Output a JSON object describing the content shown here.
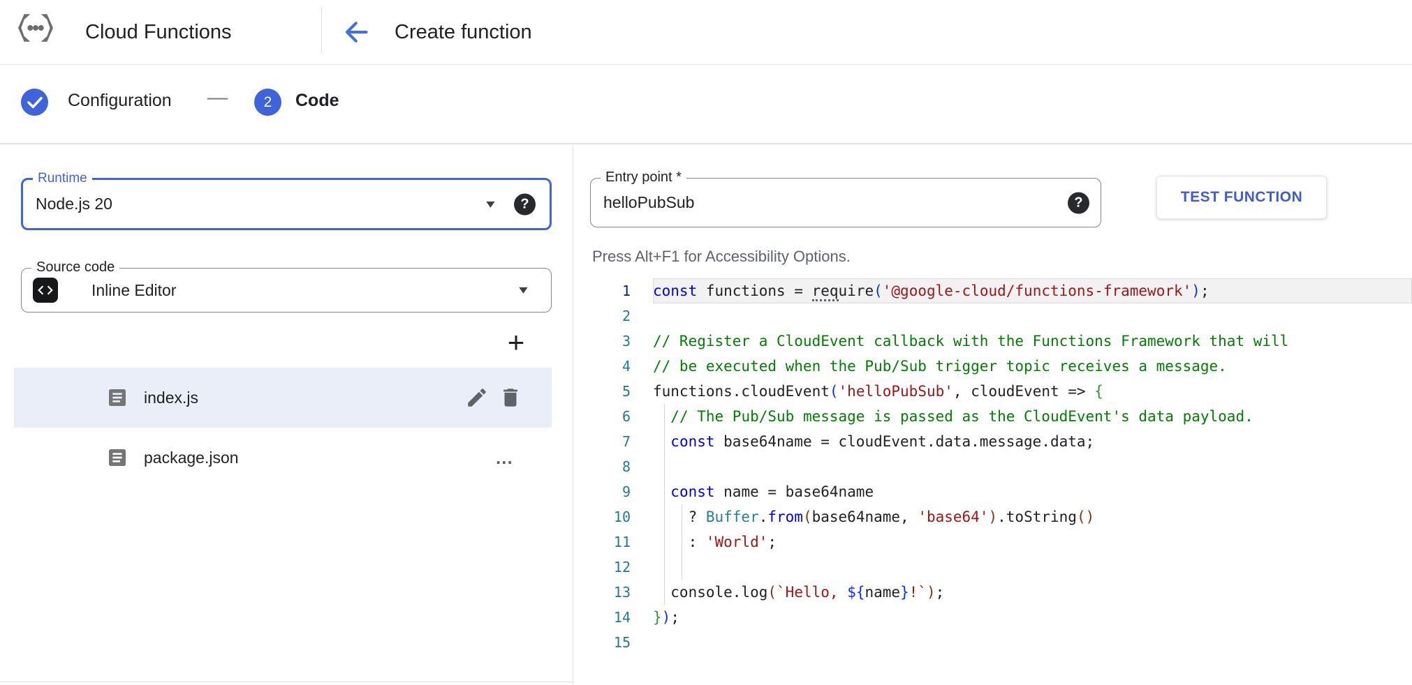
{
  "header": {
    "app_title": "Cloud Functions",
    "page_title": "Create function"
  },
  "stepper": {
    "step1_label": "Configuration",
    "separator": "—",
    "step2_number": "2",
    "step2_label": "Code"
  },
  "left_panel": {
    "runtime": {
      "label": "Runtime",
      "value": "Node.js 20"
    },
    "source_code": {
      "label": "Source code",
      "value": "Inline Editor"
    },
    "add_file_label": "+",
    "files": [
      {
        "name": "index.js",
        "selected": true
      },
      {
        "name": "package.json",
        "selected": false
      }
    ],
    "more_label": "…"
  },
  "main": {
    "entry_point": {
      "label": "Entry point *",
      "value": "helloPubSub"
    },
    "test_button_label": "TEST FUNCTION",
    "accessibility_hint": "Press Alt+F1 for Accessibility Options.",
    "editor": {
      "language": "javascript",
      "lines": [
        {
          "active": true,
          "tokens": [
            {
              "c": "kw",
              "t": "const"
            },
            {
              "c": "pl",
              "t": " functions = "
            },
            {
              "c": "pl hint",
              "t": "req"
            },
            {
              "c": "pl",
              "t": "uire"
            },
            {
              "c": "b1",
              "t": "("
            },
            {
              "c": "str",
              "t": "'@google-cloud/functions-framework'"
            },
            {
              "c": "b1",
              "t": ")"
            },
            {
              "c": "pl",
              "t": ";"
            }
          ]
        },
        {
          "tokens": []
        },
        {
          "tokens": [
            {
              "c": "com",
              "t": "// Register a CloudEvent callback with the Functions Framework that will"
            }
          ]
        },
        {
          "tokens": [
            {
              "c": "com",
              "t": "// be executed when the Pub/Sub trigger topic receives a message."
            }
          ]
        },
        {
          "tokens": [
            {
              "c": "pl",
              "t": "functions.cloudEvent"
            },
            {
              "c": "b1",
              "t": "("
            },
            {
              "c": "str",
              "t": "'helloPubSub'"
            },
            {
              "c": "pl",
              "t": ", cloudEvent => "
            },
            {
              "c": "b2",
              "t": "{"
            }
          ]
        },
        {
          "tokens": [
            {
              "c": "pl",
              "t": "  "
            },
            {
              "c": "com",
              "t": "// The Pub/Sub message is passed as the CloudEvent's data payload."
            }
          ]
        },
        {
          "tokens": [
            {
              "c": "pl",
              "t": "  "
            },
            {
              "c": "kw",
              "t": "const"
            },
            {
              "c": "pl",
              "t": " base64name = cloudEvent.data.message.data;"
            }
          ]
        },
        {
          "tokens": []
        },
        {
          "tokens": [
            {
              "c": "pl",
              "t": "  "
            },
            {
              "c": "kw",
              "t": "const"
            },
            {
              "c": "pl",
              "t": " name = base64name"
            }
          ]
        },
        {
          "tokens": [
            {
              "c": "pl",
              "t": "    ? "
            },
            {
              "c": "type",
              "t": "Buffer"
            },
            {
              "c": "pl",
              "t": "."
            },
            {
              "c": "kw",
              "t": "from"
            },
            {
              "c": "b3",
              "t": "("
            },
            {
              "c": "pl",
              "t": "base64name, "
            },
            {
              "c": "str",
              "t": "'base64'"
            },
            {
              "c": "b3",
              "t": ")"
            },
            {
              "c": "pl",
              "t": ".toString"
            },
            {
              "c": "b3",
              "t": "()"
            }
          ]
        },
        {
          "tokens": [
            {
              "c": "pl",
              "t": "    : "
            },
            {
              "c": "str",
              "t": "'World'"
            },
            {
              "c": "pl",
              "t": ";"
            }
          ]
        },
        {
          "tokens": []
        },
        {
          "tokens": [
            {
              "c": "pl",
              "t": "  console.log"
            },
            {
              "c": "b3",
              "t": "("
            },
            {
              "c": "str",
              "t": "`Hello, "
            },
            {
              "c": "b1",
              "t": "${"
            },
            {
              "c": "pl",
              "t": "name"
            },
            {
              "c": "b1",
              "t": "}"
            },
            {
              "c": "str",
              "t": "!`"
            },
            {
              "c": "b3",
              "t": ")"
            },
            {
              "c": "pl",
              "t": ";"
            }
          ]
        },
        {
          "tokens": [
            {
              "c": "b2",
              "t": "}"
            },
            {
              "c": "b1",
              "t": ")"
            },
            {
              "c": "pl",
              "t": ";"
            }
          ]
        },
        {
          "tokens": []
        }
      ]
    }
  },
  "icons": {
    "caret": "▼",
    "help": "?",
    "plus": "+",
    "more": "..."
  },
  "colors": {
    "accent_blue": "#3e64dd",
    "button_text_blue": "#3e5cd6",
    "keyword": "#0000ee",
    "string": "#a31515",
    "comment": "#007f00",
    "type_teal": "#267f99",
    "bracket_blue": "#0431fa",
    "bracket_green": "#319331",
    "bracket_brown": "#7b3814",
    "line_number": "#237893",
    "active_line_number": "#0b216f",
    "selected_file_bg": "#e9eef8",
    "divider": "#dadce0",
    "hint_text": "#5f6368"
  }
}
